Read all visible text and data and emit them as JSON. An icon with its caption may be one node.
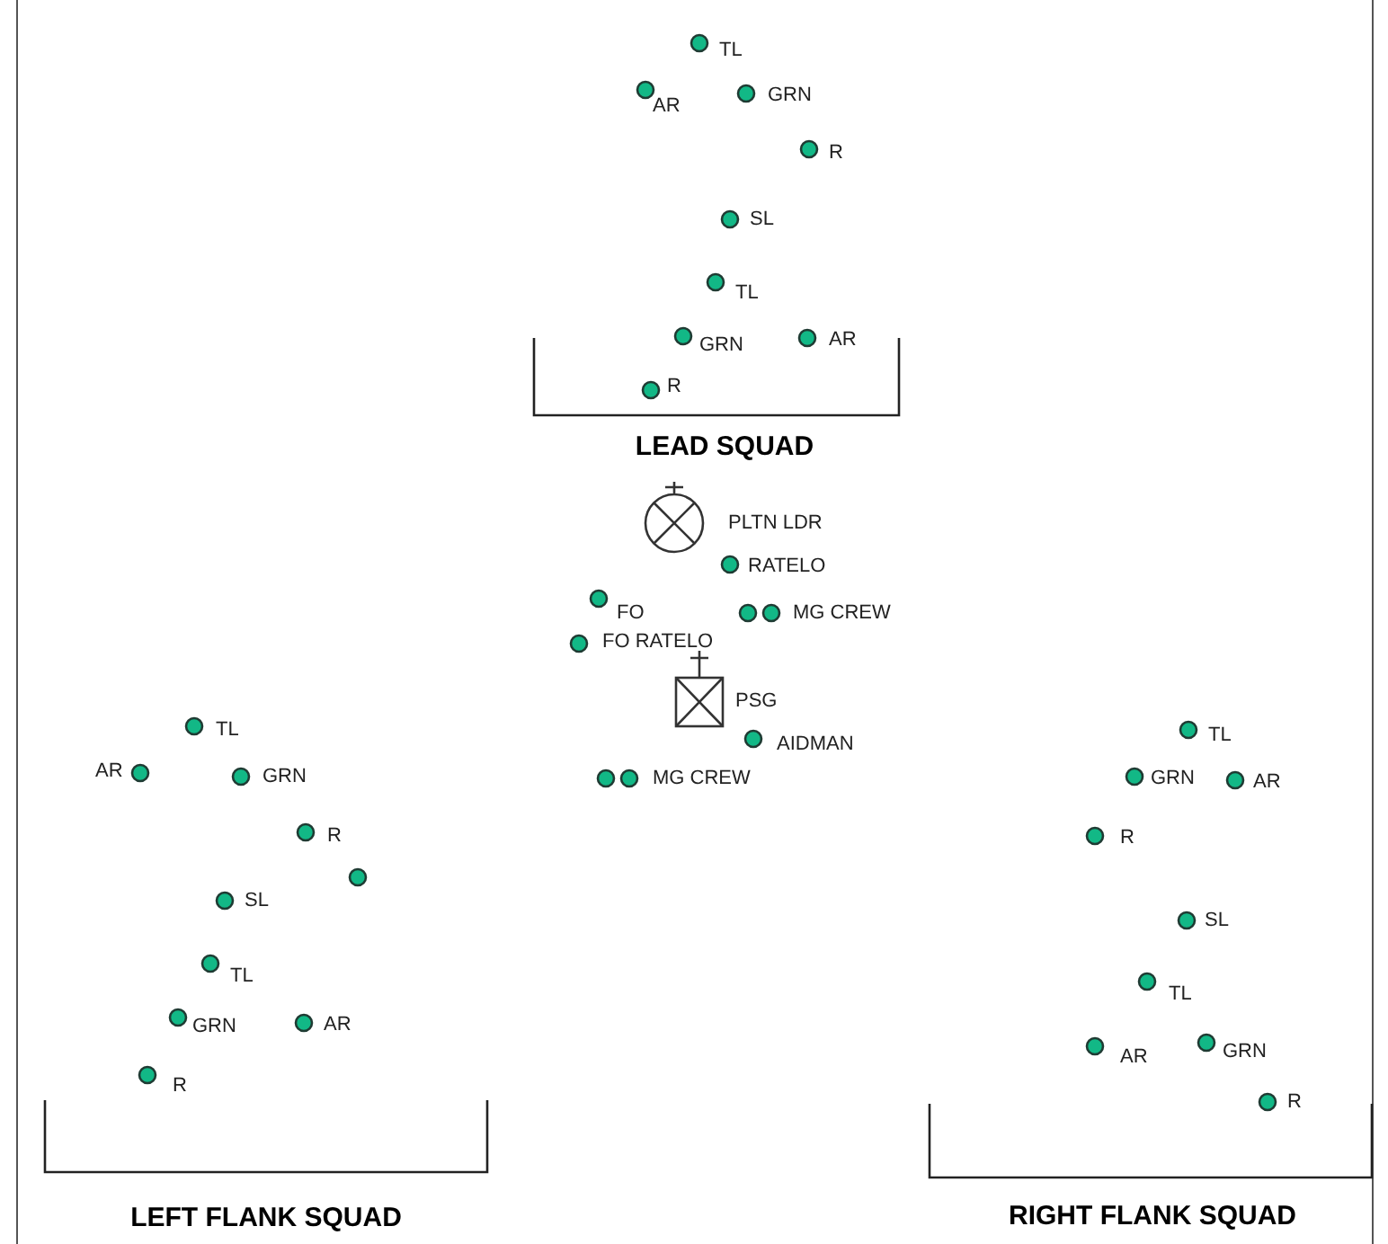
{
  "diagram": {
    "labels": [
      "TL",
      "AR",
      "GRN",
      "R",
      "SL",
      "TL",
      "GRN",
      "AR",
      "R",
      "LEAD SQUAD",
      "PLTN LDR",
      "RATELO",
      "FO",
      "MG CREW",
      "FO RATELO",
      "PSG",
      "AIDMAN",
      "MG CREW",
      "TL",
      "AR",
      "GRN",
      "R",
      "SL",
      "TL",
      "GRN",
      "AR",
      "R",
      "LEFT FLANK SQUAD",
      "TL",
      "GRN",
      "AR",
      "R",
      "SL",
      "TL",
      "AR",
      "GRN",
      "R",
      "RIGHT FLANK SQUAD"
    ]
  }
}
